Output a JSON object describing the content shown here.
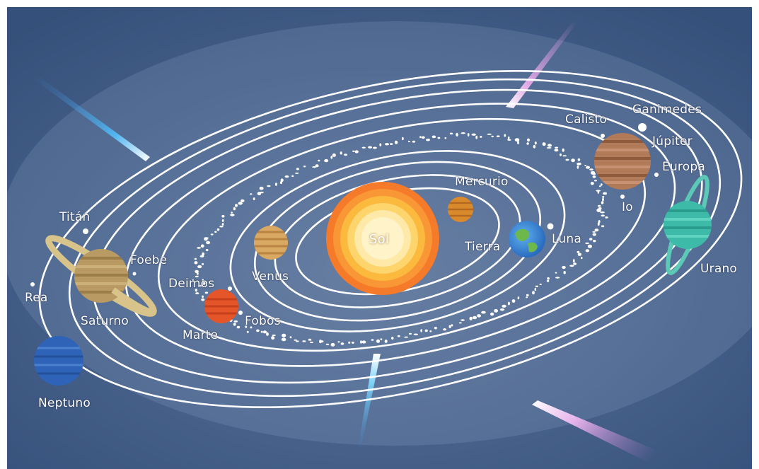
{
  "labels": {
    "sol": "Sol",
    "mercurio": "Mercurio",
    "venus": "Venus",
    "tierra": "Tierra",
    "luna": "Luna",
    "marte": "Marte",
    "fobos": "Fobos",
    "deimos": "Deimos",
    "jupiter": "Júpiter",
    "calisto": "Calisto",
    "ganimedes": "Ganimedes",
    "europa": "Europa",
    "io": "Io",
    "saturno": "Saturno",
    "titan": "Titán",
    "foebe": "Foebe",
    "rea": "Rea",
    "urano": "Urano",
    "neptuno": "Neptuno"
  },
  "colors": {
    "space_background": "#3f5982",
    "orbit_line": "#ffffff",
    "sun_outer": "#f57a2a",
    "sun_core": "#fff3c9",
    "mercury": "#d98a2c",
    "venus": "#d9a862",
    "earth_ocean": "#3a8ad8",
    "mars": "#e5552a",
    "jupiter": "#b17a58",
    "saturn": "#b89a62",
    "uranus": "#3dbaa8",
    "neptune": "#2f63b8"
  }
}
